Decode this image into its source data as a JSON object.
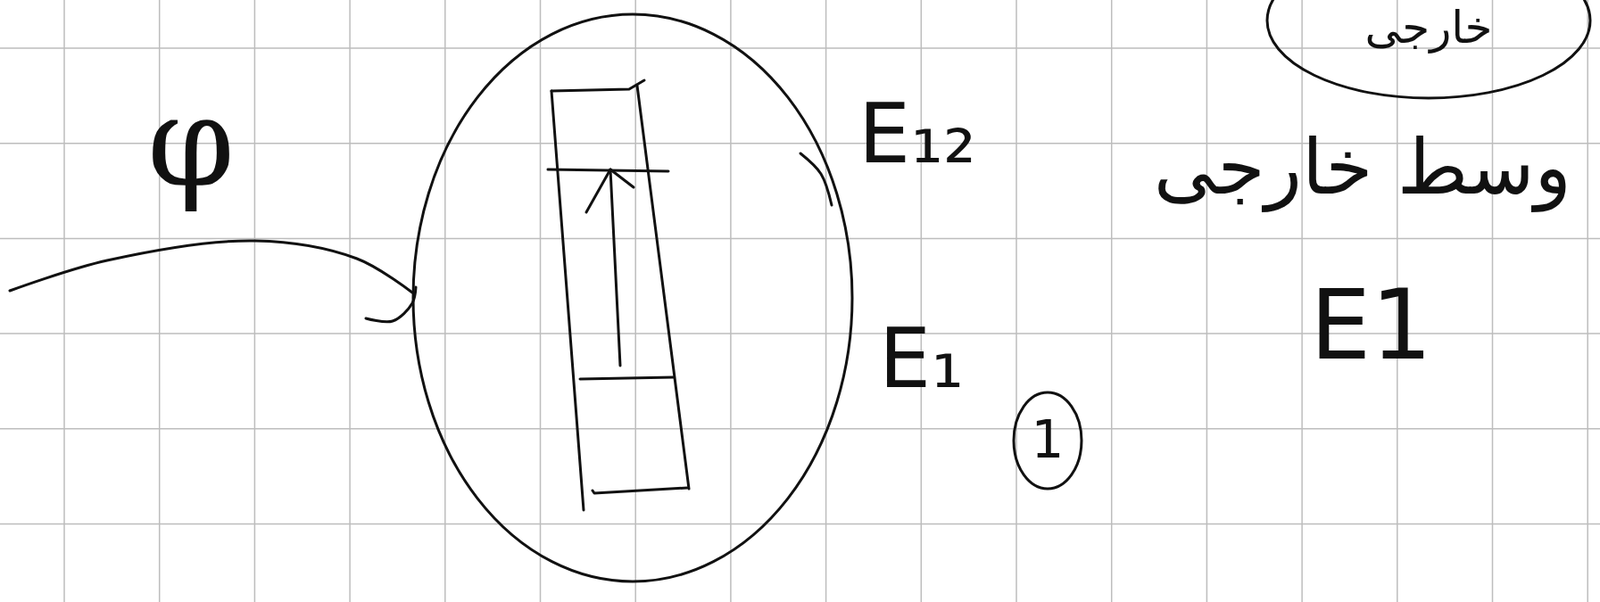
{
  "diagram": {
    "nodes": [
      {
        "text": [
          "خارجی"
        ]
      }
    ],
    "labels": [
      "φ",
      "E₁₂",
      "E₁",
      "1",
      "وسط خارجی",
      "E1"
    ]
  }
}
